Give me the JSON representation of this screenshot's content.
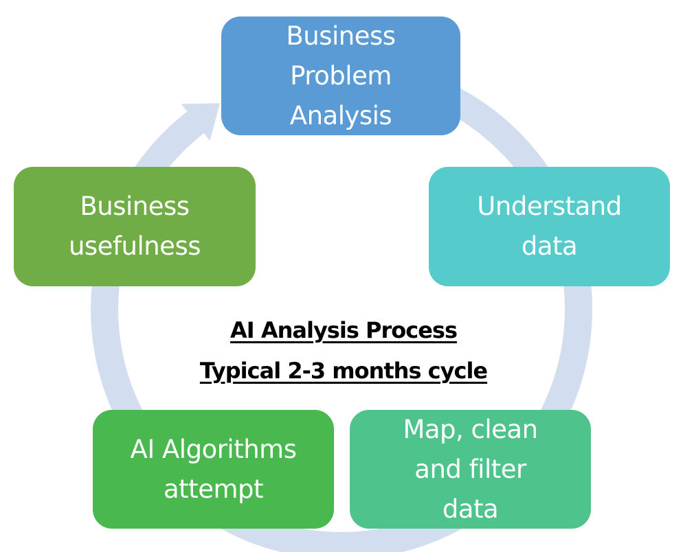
{
  "diagram": {
    "type": "cycle",
    "ring_color": "#D2DDEF",
    "center_title": {
      "line1": "AI Analysis Process",
      "line2": "Typical 2-3 months cycle"
    },
    "nodes": [
      {
        "id": "business-problem-analysis",
        "lines": [
          "Business",
          "Problem",
          "Analysis"
        ],
        "color": "#5B9BD5"
      },
      {
        "id": "understand-data",
        "lines": [
          "Understand",
          "data"
        ],
        "color": "#56CBCB"
      },
      {
        "id": "map-clean-filter-data",
        "lines": [
          "Map, clean",
          "and filter",
          "data"
        ],
        "color": "#4EC48C"
      },
      {
        "id": "ai-algorithms-attempt",
        "lines": [
          "AI Algorithms",
          "attempt"
        ],
        "color": "#48B84F"
      },
      {
        "id": "business-usefulness",
        "lines": [
          "Business",
          "usefulness"
        ],
        "color": "#70AD47"
      }
    ],
    "flow": [
      "business-problem-analysis",
      "understand-data",
      "map-clean-filter-data",
      "ai-algorithms-attempt",
      "business-usefulness",
      "business-problem-analysis"
    ]
  }
}
